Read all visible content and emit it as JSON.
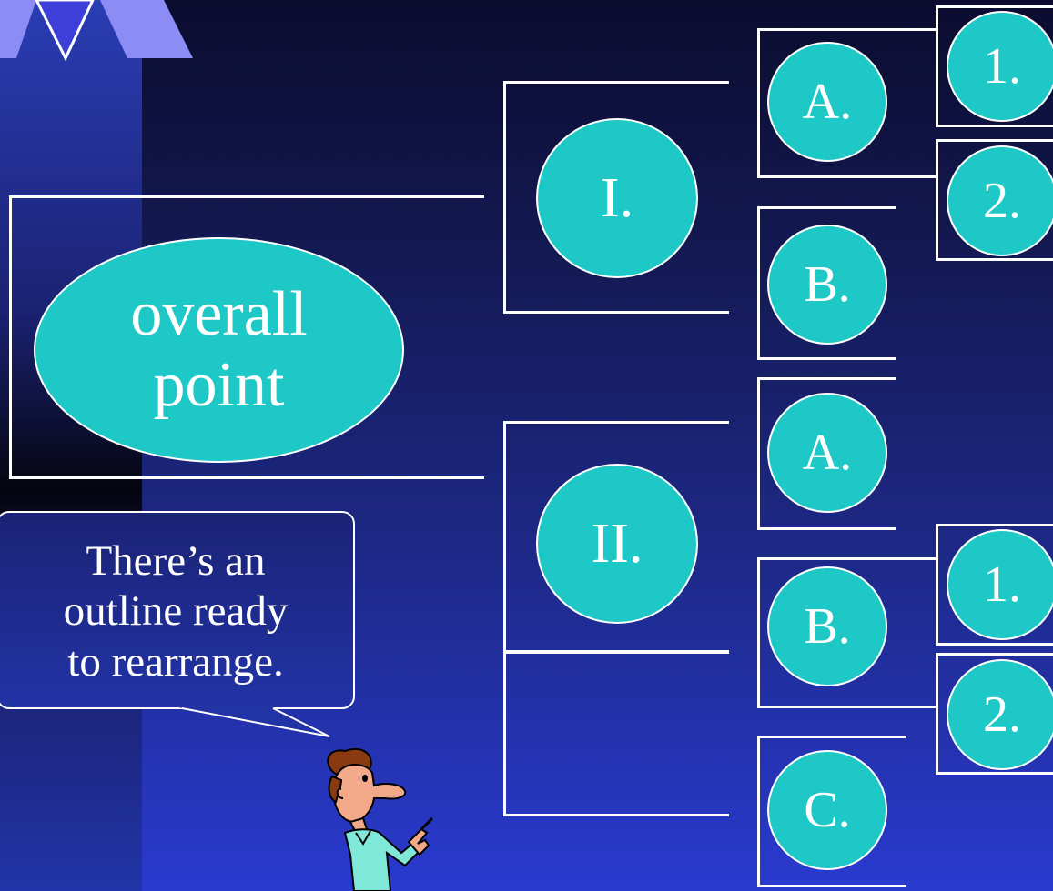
{
  "root": {
    "line1": "overall",
    "line2": "point"
  },
  "callout": {
    "line1": "There’s an",
    "line2": "outline ready",
    "line3": "to rearrange."
  },
  "level1": [
    "I.",
    "II."
  ],
  "level2": [
    "A.",
    "B.",
    "A.",
    "B.",
    "C."
  ],
  "level3": [
    "1.",
    "2.",
    "1.",
    "2."
  ],
  "colors": {
    "node_fill": "#1ec8c6",
    "line": "#ffffff",
    "background_top": "#0b0c2e",
    "background_bottom": "#2a3ad0"
  }
}
